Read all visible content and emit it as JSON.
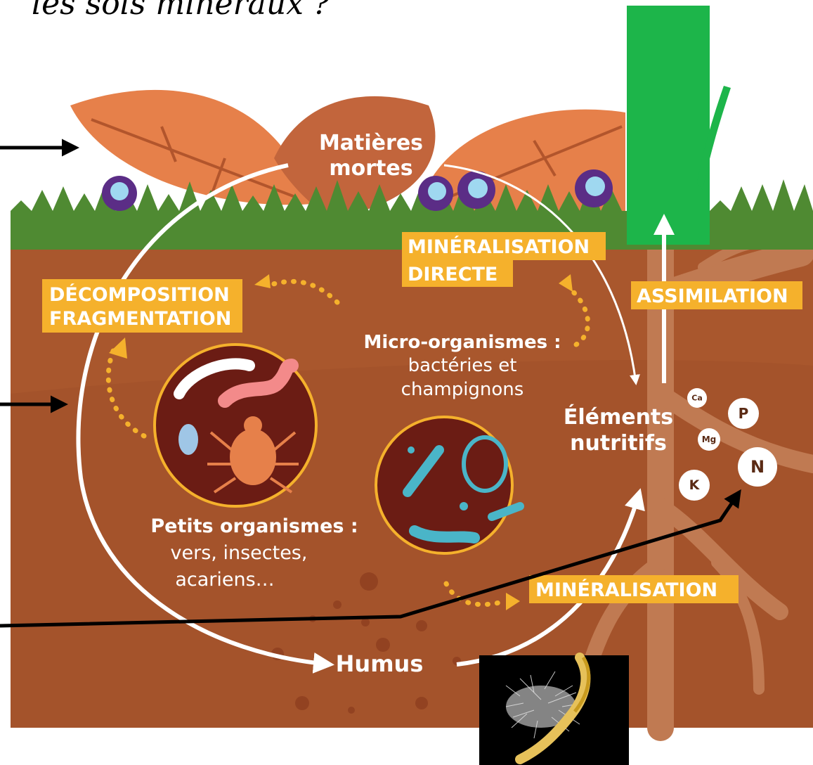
{
  "top_text": "les sols minéraux ?",
  "labels": {
    "dead_matter_line1": "Matières",
    "dead_matter_line2": "mortes",
    "micro_line1": "Micro-organismes :",
    "micro_line2": "bactéries et",
    "micro_line3": "champignons",
    "nutrients_line1": "Éléments",
    "nutrients_line2": "nutritifs",
    "small_line1": "Petits organismes :",
    "small_line2": "vers, insectes,",
    "small_line3": "acariens…",
    "humus": "Humus"
  },
  "tags": {
    "decomposition_line1": "DÉCOMPOSITION",
    "decomposition_line2": "FRAGMENTATION",
    "direct_line1": "MINÉRALISATION",
    "direct_line2": "DIRECTE",
    "assimilation": "ASSIMILATION",
    "mineralisation": "MINÉRALISATION"
  },
  "nutrients": {
    "ca": "Ca",
    "p": "P",
    "mg": "Mg",
    "n": "N",
    "k": "K"
  },
  "colors": {
    "soil": "#a4532b",
    "grass": "#4f8a32",
    "leaf": "#e6804a",
    "tag": "#f5b12c",
    "circle_fill": "#6b1c14",
    "plant": "#1db54a"
  }
}
